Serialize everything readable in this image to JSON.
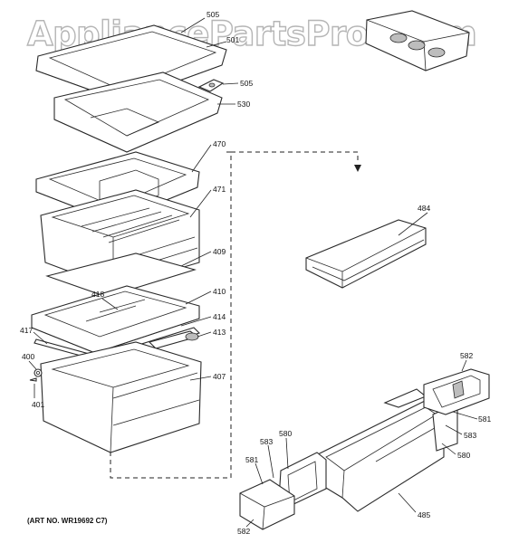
{
  "watermark": "AppliancePartsPros.com",
  "art_number": "(ART NO. WR19692 C7)",
  "callouts": {
    "c505_top": "505",
    "c501": "501",
    "c505_clip": "505",
    "c530": "530",
    "c470": "470",
    "c471": "471",
    "c409": "409",
    "c418": "418",
    "c410": "410",
    "c414": "414",
    "c417": "417",
    "c413": "413",
    "c400": "400",
    "c407": "407",
    "c401": "401",
    "c484": "484",
    "c582_top": "582",
    "c581_right": "581",
    "c583_right": "583",
    "c580_right": "580",
    "c583_left": "583",
    "c580_left": "580",
    "c581_left": "581",
    "c485": "485",
    "c582_bottom": "582"
  }
}
